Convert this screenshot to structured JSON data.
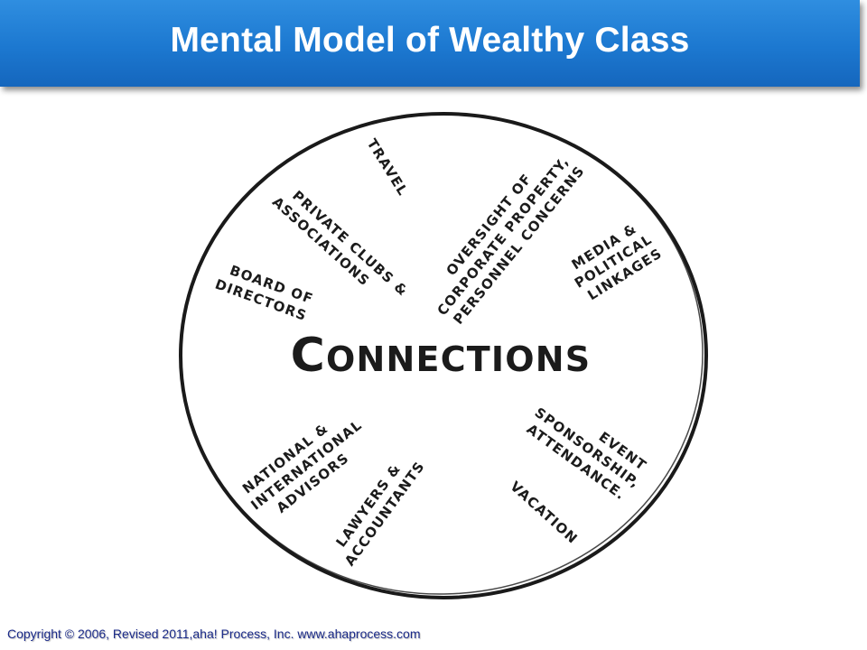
{
  "title": "Mental Model of Wealthy Class",
  "center_label": "Connections",
  "labels": {
    "travel": [
      "TRAVEL"
    ],
    "private_clubs": [
      "PRIVATE CLUBS &",
      "ASSOCIATIONS"
    ],
    "oversight": [
      "OVERSIGHT OF",
      "CORPORATE PROPERTY,",
      "PERSONNEL CONCERNS"
    ],
    "media": [
      "MEDIA &",
      "POLITICAL",
      "LINKAGES"
    ],
    "board": [
      "BOARD OF",
      "DIRECTORS"
    ],
    "national": [
      "NATIONAL &",
      "INTERNATIONAL",
      "ADVISORS"
    ],
    "lawyers": [
      "LAWYERS &",
      "ACCOUNTANTS"
    ],
    "event": [
      "EVENT",
      "SPONSORSHIP,",
      "ATTENDANCE."
    ],
    "vacation": [
      "VACATION"
    ]
  },
  "footer": "Copyright © 2006, Revised 2011,aha! Process, Inc. www.ahaprocess.com"
}
